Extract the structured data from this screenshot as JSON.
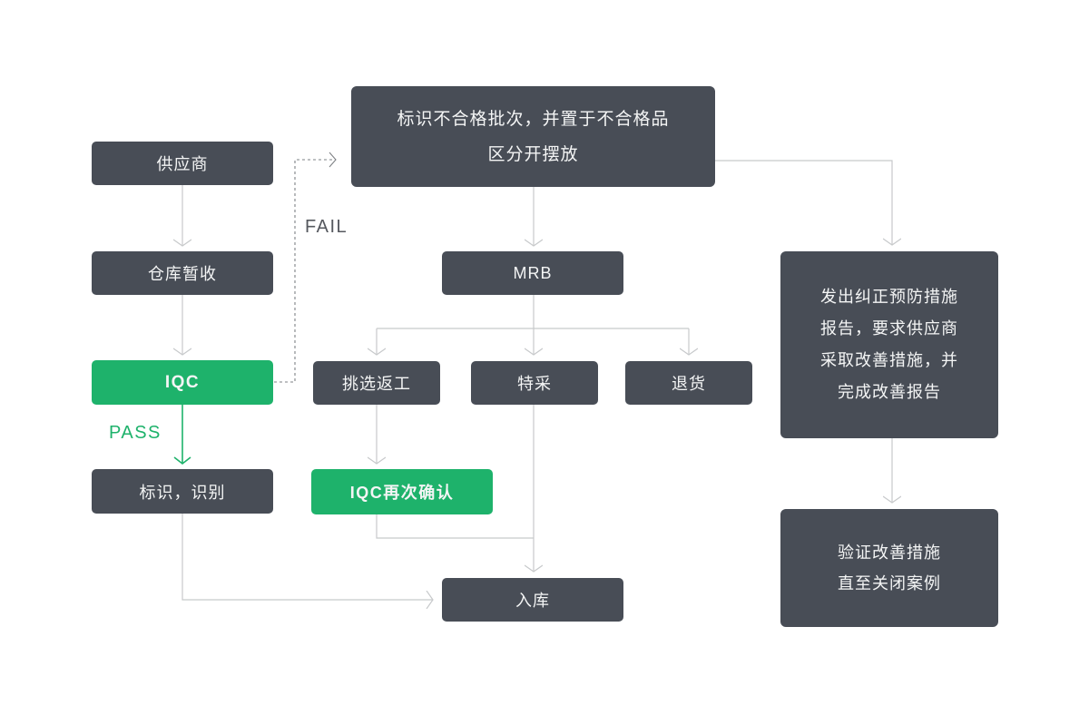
{
  "flowchart": {
    "nodes": {
      "supplier": {
        "label": "供应商"
      },
      "warehouse_receive": {
        "label": "仓库暂收"
      },
      "iqc": {
        "label": "IQC"
      },
      "mark_identify": {
        "label": "标识，识别"
      },
      "nonconforming_area": {
        "lines": [
          "标识不合格批次，并置于不合格品",
          "区分开摆放"
        ]
      },
      "mrb": {
        "label": "MRB"
      },
      "sort_rework": {
        "label": "挑选返工"
      },
      "special_acceptance": {
        "label": "特采"
      },
      "return_goods": {
        "label": "退货"
      },
      "iqc_recheck": {
        "label": "IQC再次确认"
      },
      "warehouse_in": {
        "label": "入库"
      },
      "capa_report": {
        "lines": [
          "发出纠正预防措施",
          "报告，要求供应商",
          "采取改善措施，并",
          "完成改善报告"
        ]
      },
      "verify_improvement": {
        "lines": [
          "验证改善措施",
          "直至关闭案例"
        ]
      }
    },
    "edge_labels": {
      "pass": "PASS",
      "fail": "FAIL"
    }
  },
  "colors": {
    "node_dark": "#484d56",
    "node_green": "#1eb26b",
    "line": "#c7c9cb",
    "line_dashed": "#7e8185",
    "label_fail": "#55585e",
    "text_light": "#f4f5f5",
    "background": "#ffffff"
  }
}
